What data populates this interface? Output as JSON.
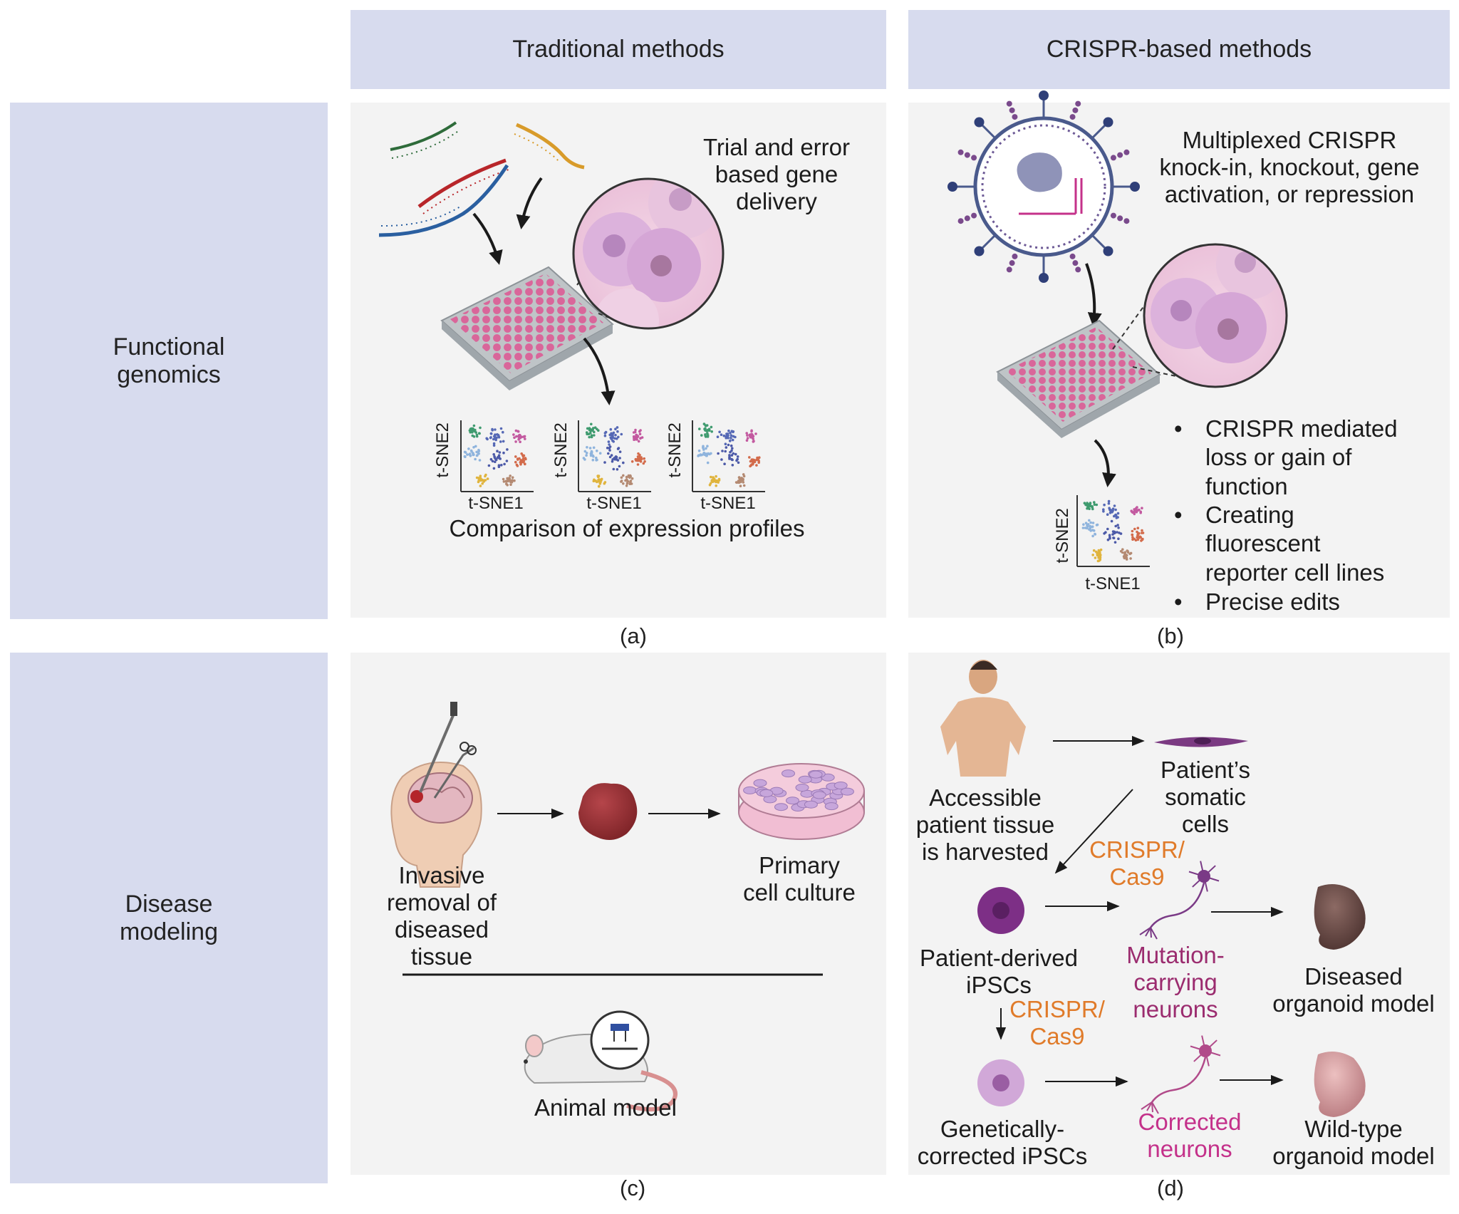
{
  "headers": {
    "traditional": "Traditional methods",
    "crispr": "CRISPR-based methods"
  },
  "rows": {
    "functional": [
      "Functional",
      "genomics"
    ],
    "disease": [
      "Disease",
      "modeling"
    ]
  },
  "panel_a": {
    "label": "(a)",
    "trial_text": [
      "Trial and error",
      "based gene",
      "delivery"
    ],
    "tsne_x": "t-SNE1",
    "tsne_y": "t-SNE2",
    "caption": "Comparison of expression profiles"
  },
  "panel_b": {
    "label": "(b)",
    "multiplex_text": [
      "Multiplexed CRISPR",
      "knock-in, knockout, gene",
      "activation, or repression"
    ],
    "tsne_x": "t-SNE1",
    "tsne_y": "t-SNE2",
    "bullets": [
      [
        "CRISPR mediated",
        "loss or gain of",
        "function"
      ],
      [
        "Creating",
        "fluorescent",
        "reporter cell lines"
      ],
      [
        "Precise edits"
      ]
    ]
  },
  "panel_c": {
    "label": "(c)",
    "invasive": [
      "Invasive",
      "removal of",
      "diseased",
      "tissue"
    ],
    "primary": [
      "Primary",
      "cell culture"
    ],
    "animal": "Animal model"
  },
  "panel_d": {
    "label": "(d)",
    "accessible": [
      "Accessible",
      "patient tissue",
      "is harvested"
    ],
    "somatic": [
      "Patient’s",
      "somatic",
      "cells"
    ],
    "crispr_cas9_1": [
      "CRISPR/",
      "Cas9"
    ],
    "crispr_cas9_2": [
      "CRISPR/",
      "Cas9"
    ],
    "ipscs": [
      "Patient-derived",
      "iPSCs"
    ],
    "mutation": [
      "Mutation-",
      "carrying",
      "neurons"
    ],
    "diseased": [
      "Diseased",
      "organoid model"
    ],
    "corrected_ipscs": [
      "Genetically-",
      "corrected iPSCs"
    ],
    "corrected_neurons": [
      "Corrected",
      "neurons"
    ],
    "wildtype": [
      "Wild-type",
      "organoid model"
    ]
  },
  "colors": {
    "band": "#d7dbee",
    "panel": "#f3f3f3",
    "orange": "#e07b2a",
    "magenta": "#9b2c6f",
    "well": "#d9669a",
    "cell": "#c9a3d4"
  }
}
